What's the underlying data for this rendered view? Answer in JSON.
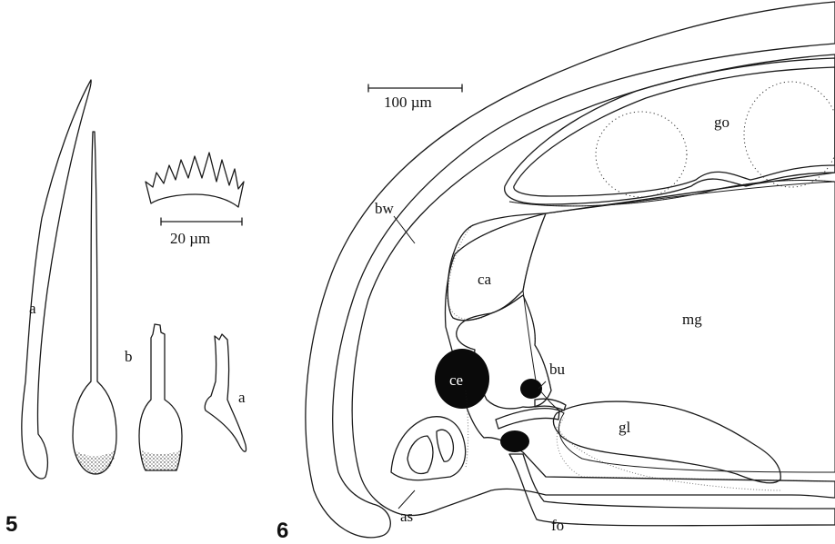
{
  "figure5": {
    "number": "5",
    "scale_bar": "20 µm",
    "labels": {
      "a_left": "a",
      "b": "b",
      "a_right": "a"
    }
  },
  "figure6": {
    "number": "6",
    "scale_bar": "100 µm",
    "labels": {
      "go": "go",
      "bw": "bw",
      "ca": "ca",
      "mg": "mg",
      "ce": "ce",
      "bu": "bu",
      "gl": "gl",
      "as": "as",
      "fo": "fo"
    }
  },
  "colors": {
    "ink": "#111111",
    "paper": "#ffffff"
  }
}
